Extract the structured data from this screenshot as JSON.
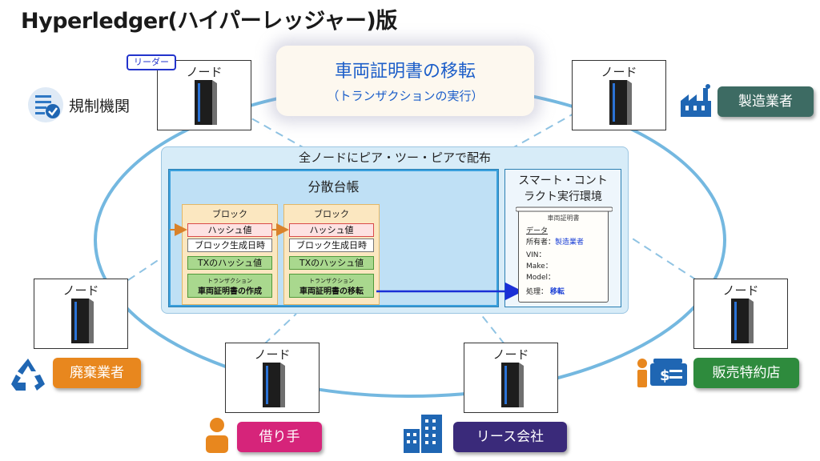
{
  "title": "Hyperledger(ハイパーレッジャー)版",
  "banner": {
    "title": "車両証明書の移転",
    "subtitle": "（トランザクションの実行）"
  },
  "node_label": "ノード",
  "leader_tag": "リーダー",
  "panel": {
    "title": "全ノードにピア・ツー・ピアで配布",
    "ledger_title": "分散台帳",
    "smart_contract_title_line1": "スマート・コント",
    "smart_contract_title_line2": "ラクト実行環境"
  },
  "blocks": [
    {
      "head": "ブロック",
      "hash": "ハッシュ値",
      "time": "ブロック生成日時",
      "tx_hash": "TXのハッシュ値",
      "tx_small": "トランザクション",
      "tx_name": "車両証明書の作成"
    },
    {
      "head": "ブロック",
      "hash": "ハッシュ値",
      "time": "ブロック生成日時",
      "tx_hash": "TXのハッシュ値",
      "tx_small": "トランザクション",
      "tx_name": "車両証明書の移転"
    }
  ],
  "document": {
    "title": "車両証明書",
    "data_label": "データ",
    "owner_label": "所有者：",
    "owner_value": "製造業者",
    "vin": "VIN：",
    "make": "Make：",
    "model": "Model：",
    "process_label": "処理：",
    "process_value": "移転"
  },
  "roles": {
    "regulator": "規制機関",
    "manufacturer": "製造業者",
    "scrapper": "廃棄業者",
    "dealer": "販売特約店",
    "borrower": "借り手",
    "lease": "リース会社"
  },
  "colors": {
    "ellipse": "#74b8e0",
    "banner_text": "#1c5ec9",
    "manufacturer": "#3d6b63",
    "scrapper": "#e8871e",
    "dealer": "#2e8b3d",
    "borrower": "#d6247a",
    "lease": "#3a2a7a",
    "icon_blue": "#1f66b3"
  },
  "icons": [
    "checklist-icon",
    "factory-icon",
    "recycle-icon",
    "money-icon",
    "person-icon",
    "building-icon",
    "server-icon"
  ]
}
